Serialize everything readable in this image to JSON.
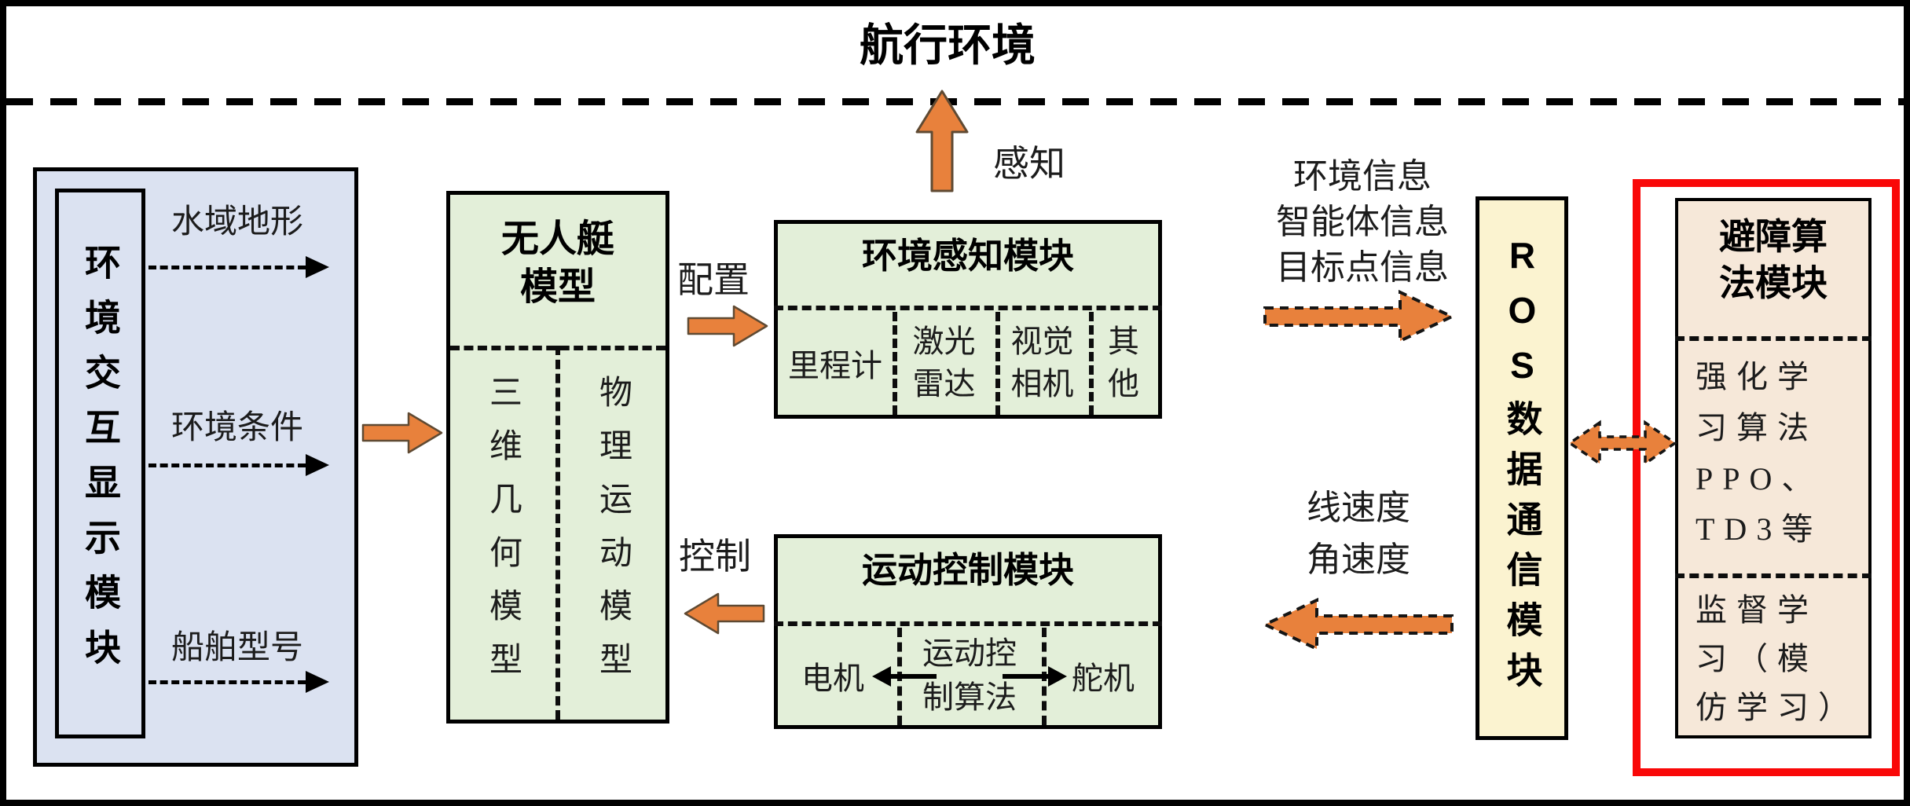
{
  "top": {
    "title": "航行环境",
    "perceive_label": "感知"
  },
  "labels": {
    "config": "配置",
    "control": "控制"
  },
  "display_module": {
    "title": "环境交互显示模块",
    "outputs": [
      {
        "label": "水域地形"
      },
      {
        "label": "环境条件"
      },
      {
        "label": "船舶型号"
      }
    ]
  },
  "usv_model": {
    "title": "无人艇\n模型",
    "left_column": "三维几何模型",
    "right_column": "物理运动模型"
  },
  "perception_module": {
    "title": "环境感知模块",
    "cells": [
      "里程计",
      "激光\n雷达",
      "视觉\n相机",
      "其\n他"
    ]
  },
  "motion_module": {
    "title": "运动控制模块",
    "cells": [
      "电机",
      "运动控\n制算法",
      "舵机"
    ]
  },
  "ros_module": {
    "title": "ROS数据通信模块"
  },
  "flows": {
    "to_ros_label": "环境信息\n智能体信息\n目标点信息",
    "from_ros_label": "线速度\n角速度"
  },
  "avoidance_module": {
    "title": "避障算\n法模块",
    "reinforcement_text": "强化学\n习算法\nPPO、\nTD3等",
    "supervised_text": "监督学\n习（模\n仿学习）"
  },
  "colors": {
    "blue_fill": "#dbe2f1",
    "green_fill": "#e3efd9",
    "yellow_fill": "#fbf3d0",
    "tan_fill": "#f6e8d9",
    "orange": "#e8813c",
    "orange_dark": "#5f4a33",
    "red": "#f90808",
    "ink": "#111111"
  }
}
